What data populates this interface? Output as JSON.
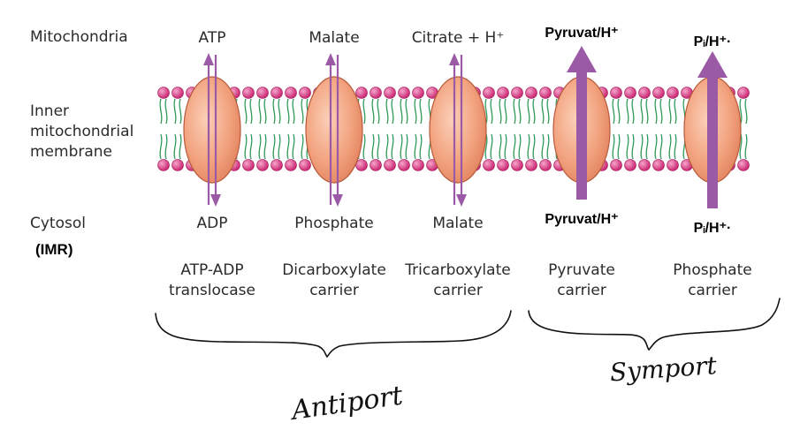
{
  "row_labels": {
    "mitochondria": "Mitochondria",
    "inner": [
      "Inner",
      "mitochondrial",
      "membrane"
    ],
    "cytosol": "Cytosol",
    "imr": "(IMR)"
  },
  "carriers": [
    {
      "top": "ATP",
      "bottom": "ADP",
      "name": [
        "ATP-ADP",
        "translocase"
      ],
      "type": "antiport"
    },
    {
      "top": "Malate",
      "bottom": "Phosphate",
      "name": [
        "Dicarboxylate",
        "carrier"
      ],
      "type": "antiport"
    },
    {
      "top": "Citrate + H⁺",
      "bottom": "Malate",
      "name": [
        "Tricarboxylate",
        "carrier"
      ],
      "type": "antiport"
    },
    {
      "top": "Pyruvat/H⁺",
      "bottom": "Pyruvat/H⁺",
      "name": [
        "Pyruvate",
        "carrier"
      ],
      "type": "symport"
    },
    {
      "top": "Pᵢ/H⁺·",
      "bottom": "Pᵢ/H⁺·",
      "name": [
        "Phosphate",
        "carrier"
      ],
      "type": "symport"
    }
  ],
  "handwritten": {
    "antiport": "Antiport",
    "symport": "Symport"
  },
  "colors": {
    "protein": "#f2a27e",
    "protein_edge": "#b85a3c",
    "head": "#d6307a",
    "tail": "#2e9a5a",
    "arrow": "#9b5aa6"
  }
}
